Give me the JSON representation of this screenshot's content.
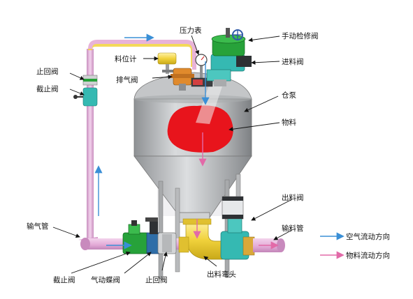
{
  "labels": {
    "pressure_gauge": "压力表",
    "manual_valve": "手动检修阀",
    "level_meter": "料位计",
    "inlet_valve": "进料阀",
    "check_valve_top": "止回阀",
    "exhaust_valve": "排气阀",
    "stop_valve_top": "截止阀",
    "tank_pump": "仓泵",
    "material": "物料",
    "outlet_valve": "出料阀",
    "air_pipe": "输气管",
    "conveying_pipe": "输料管",
    "stop_valve_bottom": "截止阀",
    "pneumatic_butterfly": "气动蝶阀",
    "check_valve_bottom": "止回阀",
    "outlet_elbow": "出料弯头"
  },
  "legend": {
    "air_flow": "空气流动方向",
    "material_flow": "物料流动方向"
  },
  "colors": {
    "air_arrow": "#3a8fd6",
    "material_arrow": "#e26aa8",
    "material_fill": "#e8141c",
    "pipe_pink": "#e9b6dc",
    "valve_green": "#27a23a",
    "valve_teal": "#35b9b2",
    "tank_gray": "#b5b8bb",
    "elbow_yellow": "#f1d23c"
  }
}
